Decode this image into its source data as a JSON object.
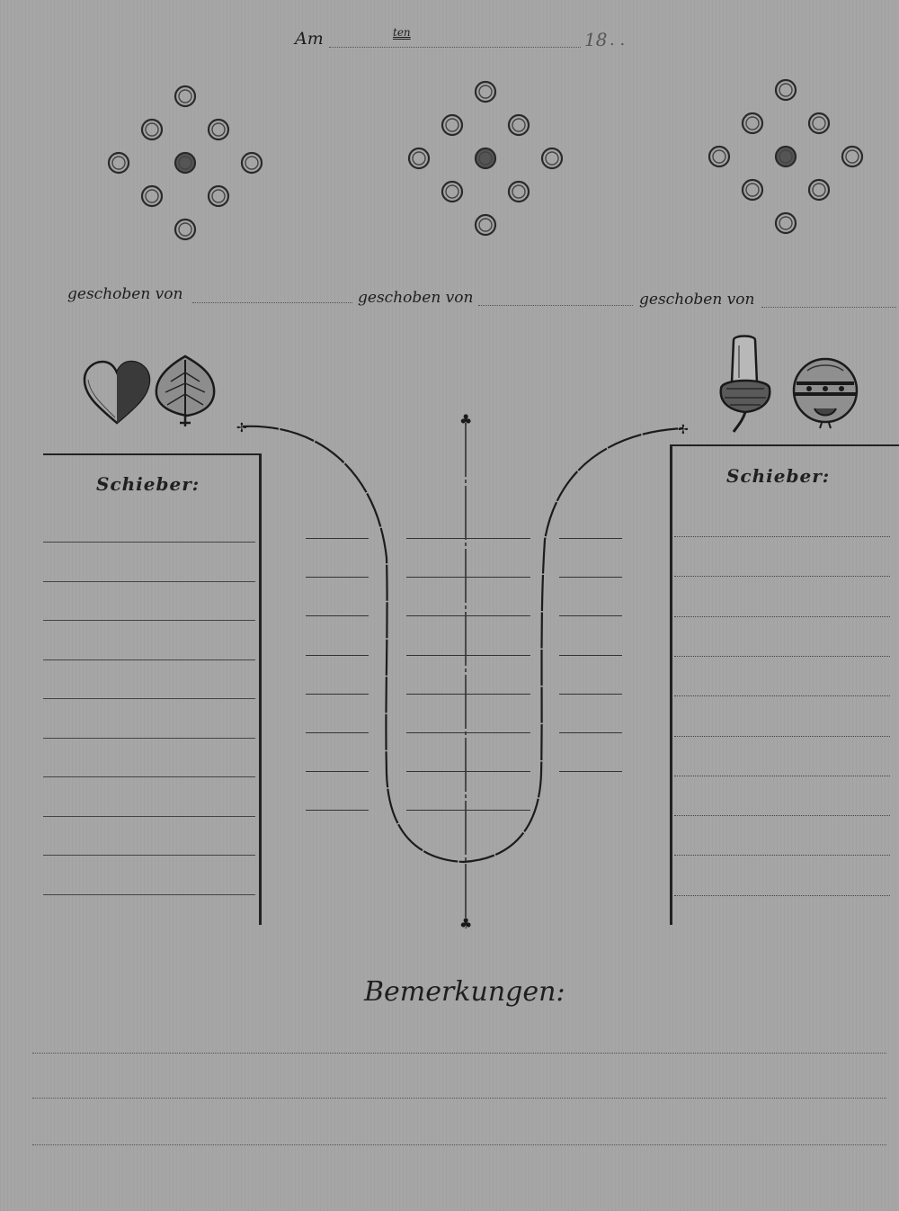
{
  "header": {
    "am": "Am",
    "ten": "ten",
    "year": "18"
  },
  "pushers": [
    {
      "label": "geschoben von"
    },
    {
      "label": "geschoben von"
    },
    {
      "label": "geschoben von"
    }
  ],
  "suits": {
    "left": [
      "heart-icon",
      "leaf-icon"
    ],
    "right": [
      "acorn-icon",
      "bell-icon"
    ]
  },
  "left_panel": {
    "title": "Schieber:"
  },
  "right_panel": {
    "title": "Schieber:"
  },
  "remarks": {
    "title": "Bemerkungen:"
  },
  "colors": {
    "paper": "#a6a6a6",
    "ink": "#1e1e1e"
  }
}
